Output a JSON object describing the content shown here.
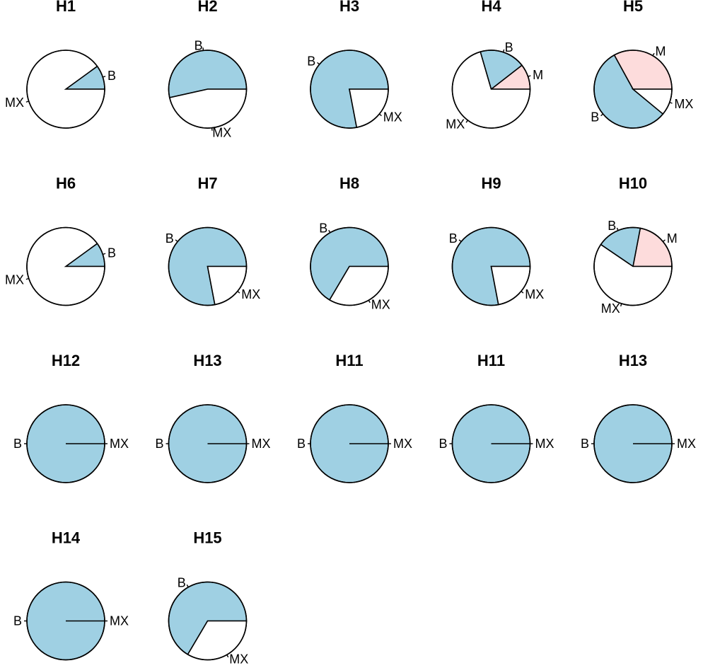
{
  "colors": {
    "B": "#9fd0e3",
    "M": "#fddcdc",
    "MX": "#ffffff"
  },
  "chart_data": [
    {
      "type": "pie",
      "title": "H1",
      "slices": [
        {
          "label": "B",
          "value": 0.1,
          "color_key": "B"
        },
        {
          "label": "MX",
          "value": 0.9,
          "color_key": "MX"
        }
      ]
    },
    {
      "type": "pie",
      "title": "H2",
      "slices": [
        {
          "label": "B",
          "value": 0.535,
          "color_key": "B"
        },
        {
          "label": "MX",
          "value": 0.465,
          "color_key": "MX"
        }
      ]
    },
    {
      "type": "pie",
      "title": "H3",
      "slices": [
        {
          "label": "B",
          "value": 0.78,
          "color_key": "B"
        },
        {
          "label": "MX",
          "value": 0.22,
          "color_key": "MX"
        }
      ]
    },
    {
      "type": "pie",
      "title": "H4",
      "slices": [
        {
          "label": "M",
          "value": 0.105,
          "color_key": "M"
        },
        {
          "label": "B",
          "value": 0.19,
          "color_key": "B"
        },
        {
          "label": "MX",
          "value": 0.705,
          "color_key": "MX"
        }
      ]
    },
    {
      "type": "pie",
      "title": "H5",
      "slices": [
        {
          "label": "M",
          "value": 0.33,
          "color_key": "M"
        },
        {
          "label": "B",
          "value": 0.56,
          "color_key": "B"
        },
        {
          "label": "MX",
          "value": 0.11,
          "color_key": "MX"
        }
      ]
    },
    {
      "type": "pie",
      "title": "H6",
      "slices": [
        {
          "label": "B",
          "value": 0.1,
          "color_key": "B"
        },
        {
          "label": "MX",
          "value": 0.9,
          "color_key": "MX"
        }
      ]
    },
    {
      "type": "pie",
      "title": "H7",
      "slices": [
        {
          "label": "B",
          "value": 0.78,
          "color_key": "B"
        },
        {
          "label": "MX",
          "value": 0.22,
          "color_key": "MX"
        }
      ]
    },
    {
      "type": "pie",
      "title": "H8",
      "slices": [
        {
          "label": "B",
          "value": 0.665,
          "color_key": "B"
        },
        {
          "label": "MX",
          "value": 0.335,
          "color_key": "MX"
        }
      ]
    },
    {
      "type": "pie",
      "title": "H9",
      "slices": [
        {
          "label": "B",
          "value": 0.78,
          "color_key": "B"
        },
        {
          "label": "MX",
          "value": 0.22,
          "color_key": "MX"
        }
      ]
    },
    {
      "type": "pie",
      "title": "H10",
      "slices": [
        {
          "label": "M",
          "value": 0.22,
          "color_key": "M"
        },
        {
          "label": "B",
          "value": 0.185,
          "color_key": "B"
        },
        {
          "label": "MX",
          "value": 0.595,
          "color_key": "MX"
        }
      ]
    },
    {
      "type": "pie",
      "title": "H12",
      "slices": [
        {
          "label": "B",
          "value": 1.0,
          "color_key": "B"
        },
        {
          "label": "MX",
          "value": 0.0,
          "color_key": "MX"
        }
      ]
    },
    {
      "type": "pie",
      "title": "H13",
      "slices": [
        {
          "label": "B",
          "value": 1.0,
          "color_key": "B"
        },
        {
          "label": "MX",
          "value": 0.0,
          "color_key": "MX"
        }
      ]
    },
    {
      "type": "pie",
      "title": "H11",
      "slices": [
        {
          "label": "B",
          "value": 1.0,
          "color_key": "B"
        },
        {
          "label": "MX",
          "value": 0.0,
          "color_key": "MX"
        }
      ]
    },
    {
      "type": "pie",
      "title": "H11",
      "slices": [
        {
          "label": "B",
          "value": 1.0,
          "color_key": "B"
        },
        {
          "label": "MX",
          "value": 0.0,
          "color_key": "MX"
        }
      ]
    },
    {
      "type": "pie",
      "title": "H13",
      "slices": [
        {
          "label": "B",
          "value": 1.0,
          "color_key": "B"
        },
        {
          "label": "MX",
          "value": 0.0,
          "color_key": "MX"
        }
      ]
    },
    {
      "type": "pie",
      "title": "H14",
      "slices": [
        {
          "label": "B",
          "value": 1.0,
          "color_key": "B"
        },
        {
          "label": "MX",
          "value": 0.0,
          "color_key": "MX"
        }
      ]
    },
    {
      "type": "pie",
      "title": "H15",
      "slices": [
        {
          "label": "B",
          "value": 0.665,
          "color_key": "B"
        },
        {
          "label": "MX",
          "value": 0.335,
          "color_key": "MX"
        }
      ]
    }
  ]
}
